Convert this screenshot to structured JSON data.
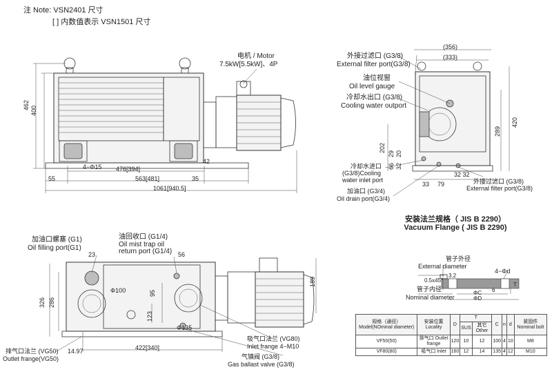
{
  "notes": {
    "line1": "注 Note: VSN2401 尺寸",
    "line2": "[ ] 内数值表示 VSN1501 尺寸"
  },
  "front_view": {
    "motor_label_cn": "电机 / Motor",
    "motor_label_spec": "7.5kW[5.5kW]、4P",
    "dim_462": "462",
    "dim_400": "400",
    "dim_42": "42",
    "dim_4phi15": "4−Φ15",
    "dim_476": "476[394]",
    "dim_55": "55",
    "dim_563": "563[481]",
    "dim_35": "35",
    "dim_1061": "1061[940.5]"
  },
  "side_view": {
    "dim_356": "(356)",
    "dim_333": "(333)",
    "ext_filter_port_top_cn": "外接过滤口 (G3/8)",
    "ext_filter_port_top_en": "External filter port(G3/8)",
    "oil_level_cn": "油位视窗",
    "oil_level_en": "Oil level gauge",
    "cool_out_cn": "冷却水出口 (G3/8)",
    "cool_out_en": "Cooling water outport",
    "cool_in_cn": "冷却水进口",
    "cool_in_g": "(G3/8)Cooling",
    "cool_in_en": "water inlet port",
    "oil_drain_cn": "加油口 (G3/4)",
    "oil_drain_en": "Oil drain port(G3/4)",
    "ext_filter_port_bot_cn": "外接过滤口 (G3/8)",
    "ext_filter_port_bot_en": "External filter port(G3/8)",
    "dim_420": "420",
    "dim_289": "289",
    "dim_202": "202",
    "dim_29": "29",
    "dim_20": "20",
    "dim_66": "66",
    "dim_32": "32",
    "dim_33": "33",
    "dim_79": "79",
    "dim_3232": "32 32"
  },
  "top_view": {
    "oil_fill_cn": "加油口螺塞 (G1)",
    "oil_fill_en": "Oil filling port(G1)",
    "oil_mist_cn": "油回收口 (G1/4)",
    "oil_mist_en1": "Oil mist trap oil",
    "oil_mist_en2": "return port (G1/4)",
    "dim_23": "23",
    "dim_56": "56",
    "dim_phi100": "Φ100",
    "dim_95": "95",
    "dim_123": "123",
    "dim_phi135": "Φ135",
    "dim_326": "326",
    "dim_286": "286",
    "dim_189": "189",
    "dim_1497": "14.97",
    "dim_422": "422[340]",
    "inlet_cn": "吸气口法兰 (VG80)",
    "inlet_en": "Inlet frange 4−M10",
    "outlet_cn": "排气口法兰 (VG50)",
    "outlet_en": "Outlet frange(VG50)",
    "gas_cn": "气镇阀 (G3/8)",
    "gas_en": "Gas ballast valve (G3/8)"
  },
  "flange": {
    "title_cn": "安装法兰规格（ JIS B 2290）",
    "title_en": "Vacuum Flange ( JIS B 2290)",
    "ext_d_cn": "管子外径",
    "ext_d_en": "External diameter",
    "nom_d_cn": "管子内径",
    "nom_d_en": "Nominal diameter",
    "dim_4phid": "4−Φd",
    "dim_32": "3.2",
    "dim_chamfer": "0.5x45°",
    "dim_phic": "ΦC",
    "dim_phid": "ΦD",
    "dim_t": "T",
    "dim_6": "6"
  },
  "spec_table": {
    "h_model": "规格（通径）Model(NOminal diameter)",
    "h_loc": "安装位置 Locality",
    "h_D": "D",
    "h_T": "T",
    "h_sus": "SUS",
    "h_other": "其它 Other",
    "h_C": "C",
    "h_n": "n",
    "h_d": "d",
    "h_bolt": "紧固件 Nominal bolt",
    "rows": [
      {
        "model": "VF50(50)",
        "loc": "排气口 Outlet frange",
        "D": "120",
        "sus": "10",
        "other": "12",
        "C": "100",
        "n": "4",
        "d": "10",
        "bolt": "M8"
      },
      {
        "model": "VF80(80)",
        "loc": "吸气口 Inlet",
        "D": "160",
        "sus": "12",
        "other": "14",
        "C": "135",
        "n": "4",
        "d": "12",
        "bolt": "M10"
      }
    ]
  }
}
